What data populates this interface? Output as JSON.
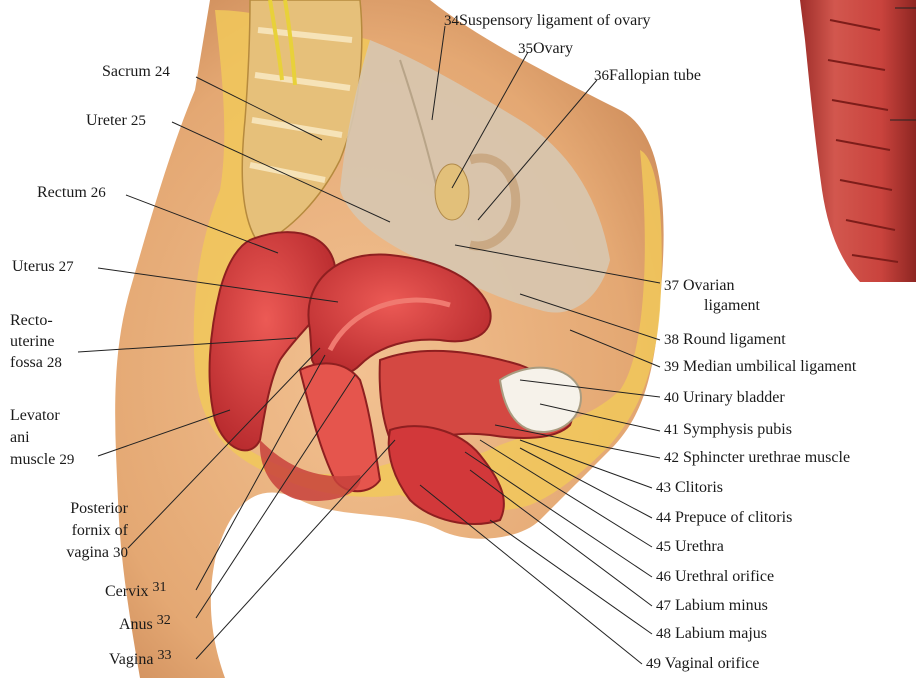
{
  "labels": {
    "l24": {
      "name": "Sacrum",
      "num": "24"
    },
    "l25": {
      "name": "Ureter",
      "num": "25"
    },
    "l26": {
      "name": "Rectum",
      "num": "26"
    },
    "l27": {
      "name": "Uterus",
      "num": "27"
    },
    "l28": {
      "line1": "Recto-",
      "line2": "uterine",
      "line3": "fossa",
      "num": "28"
    },
    "l29": {
      "line1": "Levator",
      "line2": "ani",
      "line3": "muscle",
      "num": "29"
    },
    "l30": {
      "line1": "Posterior",
      "line2": "fornix of",
      "line3": "vagina",
      "num": "30"
    },
    "l31": {
      "name": "Cervix",
      "num": "31"
    },
    "l32": {
      "name": "Anus",
      "num": "32"
    },
    "l33": {
      "name": "Vagina",
      "num": "33"
    },
    "l34": {
      "name": "Suspensory ligament of ovary",
      "num": "34"
    },
    "l35": {
      "name": "Ovary",
      "num": "35"
    },
    "l36": {
      "name": "Fallopian tube",
      "num": "36"
    },
    "l37": {
      "line1": "Ovarian",
      "line2": "ligament",
      "num": "37"
    },
    "l38": {
      "name": "Round ligament",
      "num": "38"
    },
    "l39": {
      "name": "Median umbilical ligament",
      "num": "39"
    },
    "l40": {
      "name": "Urinary bladder",
      "num": "40"
    },
    "l41": {
      "name": "Symphysis pubis",
      "num": "41"
    },
    "l42": {
      "name": "Sphincter urethrae muscle",
      "num": "42"
    },
    "l43": {
      "name": "Clitoris",
      "num": "43"
    },
    "l44": {
      "name": "Prepuce of clitoris",
      "num": "44"
    },
    "l45": {
      "name": "Urethra",
      "num": "45"
    },
    "l46": {
      "name": "Urethral orifice",
      "num": "46"
    },
    "l47": {
      "name": "Labium minus",
      "num": "47"
    },
    "l48": {
      "name": "Labium majus",
      "num": "48"
    },
    "l49": {
      "name": "Vaginal orifice",
      "num": "49"
    }
  },
  "colors": {
    "skin": "#e8b07e",
    "skin_shadow": "#c9875a",
    "tissue_red": "#d2383a",
    "tissue_dark": "#9e1f22",
    "fat_yellow": "#f1c85a",
    "bone": "#e6c07a",
    "ligament": "#c9b49a"
  }
}
